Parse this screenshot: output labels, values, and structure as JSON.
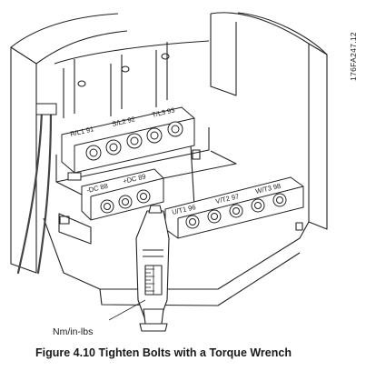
{
  "figure": {
    "code": "176FA247.12",
    "caption": "Figure 4.10 Tighten Bolts with a Torque Wrench",
    "callouts": {
      "torque_unit": "Nm/in-lbs"
    },
    "terminals": {
      "mains": [
        "R/L1 91",
        "S/L2 92",
        "T/L3 93"
      ],
      "dc_bus": [
        "-DC 88",
        "+DC 89"
      ],
      "motor": [
        "U/T1 96",
        "V/T2 97",
        "W/T3 98"
      ]
    }
  }
}
